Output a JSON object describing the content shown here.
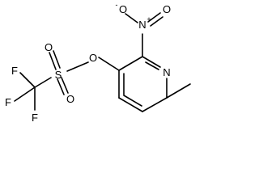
{
  "molecule": {
    "atoms": {
      "f_top": "F",
      "f_mid": "F",
      "f_bot": "F",
      "s": "S",
      "o_s_up": "O",
      "o_s_down": "O",
      "o_link": "O",
      "n_nitro": "N",
      "n_plus": "+",
      "o_nitro_left": "O",
      "o_nitro_left_minus": "-",
      "o_nitro_right": "O",
      "n_ring": "N"
    }
  }
}
